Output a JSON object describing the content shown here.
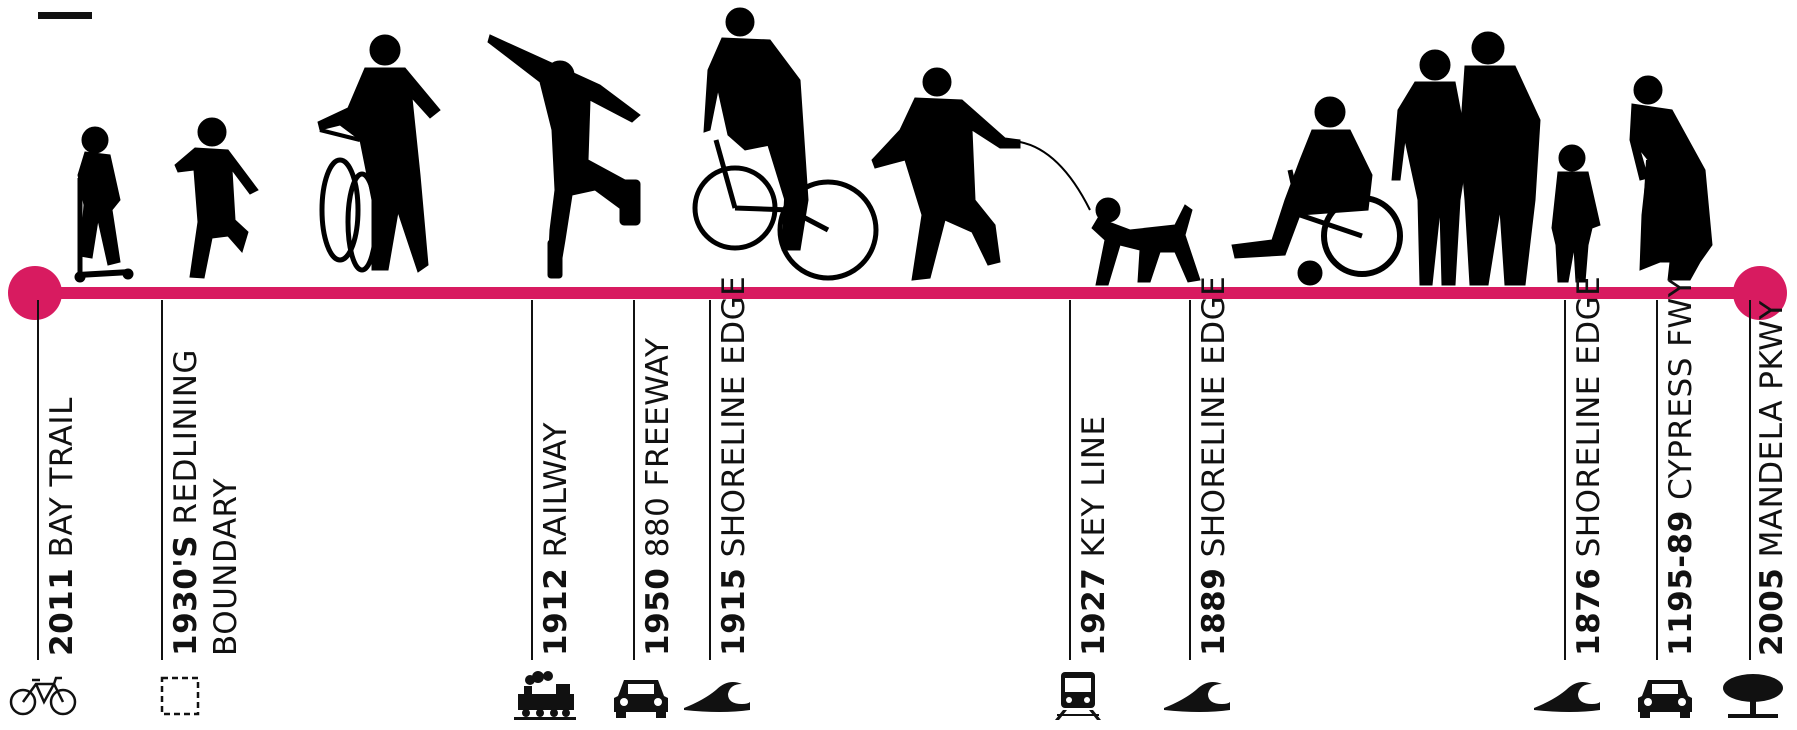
{
  "labels": [
    {
      "year": "2011",
      "name": "BAY TRAIL",
      "line2": "",
      "icon": "bicycle-icon"
    },
    {
      "year": "1930'S",
      "name": "REDLINING",
      "line2": "BOUNDARY",
      "icon": "dashed-square-icon"
    },
    {
      "year": "1912",
      "name": "RAILWAY",
      "line2": "",
      "icon": "steam-train-icon"
    },
    {
      "year": "1950",
      "name": "880 FREEWAY",
      "line2": "",
      "icon": "car-icon"
    },
    {
      "year": "1915",
      "name": "SHORELINE EDGE",
      "line2": "",
      "icon": "wave-icon"
    },
    {
      "year": "1927",
      "name": "KEY LINE",
      "line2": "",
      "icon": "tram-icon"
    },
    {
      "year": "1889",
      "name": "SHORELINE EDGE",
      "line2": "",
      "icon": "wave-icon"
    },
    {
      "year": "1876",
      "name": "SHORELINE EDGE",
      "line2": "",
      "icon": "wave-icon"
    },
    {
      "year": "1195-89",
      "name": "CYPRESS FWY",
      "line2": "",
      "icon": "car-icon"
    },
    {
      "year": "2005",
      "name": "MANDELA PKWY",
      "line2": "",
      "icon": "tree-icon"
    }
  ],
  "colors": {
    "accent": "#d81b60",
    "ink": "#111111"
  },
  "figures": [
    "scooter-kid",
    "running-kid",
    "woman-with-bike",
    "rollerblader",
    "cyclist",
    "jogger-with-dog",
    "dog",
    "wheelchair-user",
    "couple-walking",
    "toddler",
    "elder-with-cane"
  ]
}
